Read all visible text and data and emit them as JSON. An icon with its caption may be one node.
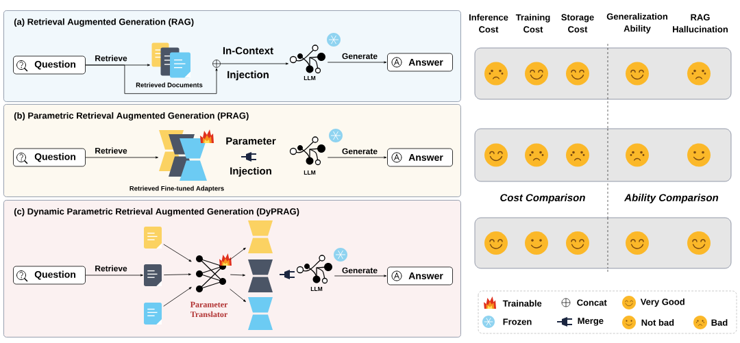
{
  "diagram": {
    "nodes": [
      {
        "text": [
          "(a) Retrieval Augmented Generation (RAG)"
        ]
      },
      {
        "text": [
          "Question"
        ],
        "in": 0
      },
      {
        "text": [],
        "shape": "picture",
        "in": 0,
        "beside": [
          "Retrieved Documents"
        ]
      },
      {
        "text": [],
        "shape": "circle",
        "in": 0
      },
      {
        "text": [
          "LLM"
        ],
        "in": 0
      },
      {
        "text": [
          "Answer"
        ],
        "in": 0
      },
      {
        "text": [
          "(b) Parametric Retrieval Augmented Generation (PRAG)"
        ]
      },
      {
        "text": [
          "Question"
        ],
        "in": 6
      },
      {
        "text": [],
        "shape": "picture",
        "in": 6,
        "beside": [
          "Retrieved Fine-tuned Adapters"
        ]
      },
      {
        "text": [
          "LLM"
        ],
        "in": 6
      },
      {
        "text": [
          "Answer"
        ],
        "in": 6
      },
      {
        "text": [
          "(c) Dynamic Parametric Retrieval Augmented Generation (DyPRAG)"
        ]
      },
      {
        "text": [
          "Question"
        ],
        "in": 11
      },
      {
        "text": [],
        "shape": "picture",
        "in": 11
      },
      {
        "text": [],
        "shape": "picture",
        "in": 11
      },
      {
        "text": [],
        "shape": "picture",
        "in": 11
      },
      {
        "text": [],
        "shape": "picture",
        "in": 11,
        "beside": [
          "Parameter Translator"
        ]
      },
      {
        "text": [],
        "shape": "picture",
        "in": 11
      },
      {
        "text": [],
        "shape": "picture",
        "in": 11
      },
      {
        "text": [],
        "shape": "picture",
        "in": 11
      },
      {
        "text": [
          "LLM"
        ],
        "in": 11
      },
      {
        "text": [
          "Answer"
        ],
        "in": 11
      }
    ],
    "edges": [
      {
        "from": 1,
        "to": 2,
        "arrow": "to",
        "label": "Retrieve"
      },
      {
        "from": 1,
        "to": 3,
        "arrow": "to"
      },
      {
        "from": 3,
        "to": 4,
        "arrow": "to",
        "label": "In-Context Injection"
      },
      {
        "from": 4,
        "to": 5,
        "arrow": "to",
        "label": "Generate"
      },
      {
        "from": 7,
        "to": 8,
        "arrow": "to",
        "label": "Retrieve"
      },
      {
        "from": 9,
        "to": 10,
        "arrow": "to",
        "label": "Generate"
      },
      {
        "from": 12,
        "to": 14,
        "arrow": "to",
        "label": "Retrieve"
      },
      {
        "from": 13,
        "to": 16,
        "arrow": "to"
      },
      {
        "from": 14,
        "to": 16,
        "arrow": "to"
      },
      {
        "from": 15,
        "to": 16,
        "arrow": "to"
      },
      {
        "from": 16,
        "to": 17,
        "arrow": "to"
      },
      {
        "from": 16,
        "to": 18,
        "arrow": "to"
      },
      {
        "from": 16,
        "to": 19,
        "arrow": "to"
      },
      {
        "from": 20,
        "to": 21,
        "arrow": "to",
        "label": "Generate"
      }
    ],
    "labels": [
      "Inference Cost",
      "Training Cost",
      "Storage Cost",
      "Generalization Ability",
      "RAG Hallucination",
      "Parameter",
      "Injection",
      "Cost Comparison",
      "Ability Comparison"
    ],
    "legend": [
      {
        "text": "Trainable"
      },
      {
        "text": "Concat"
      },
      {
        "text": "Very Good"
      },
      {
        "text": "Frozen"
      },
      {
        "text": "Merge"
      },
      {
        "text": "Not bad"
      },
      {
        "text": "Bad"
      }
    ]
  }
}
